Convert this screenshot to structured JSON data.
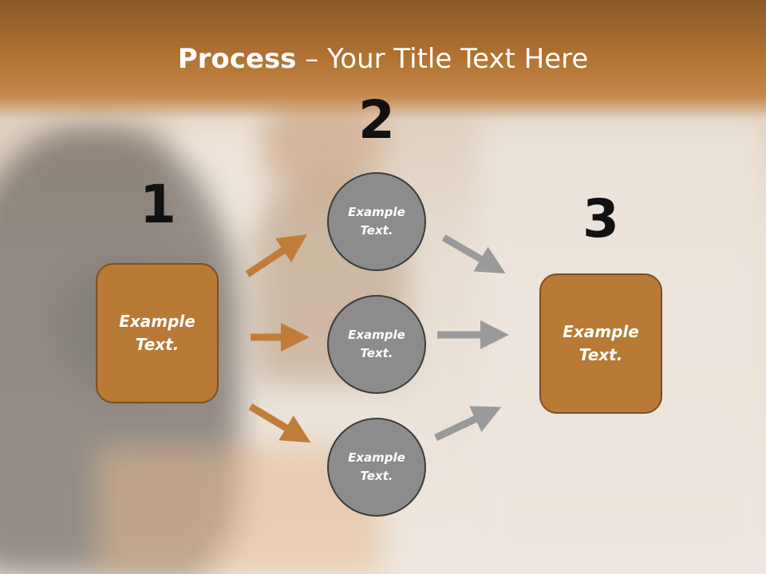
{
  "title": {
    "bold": "Process",
    "rest": " – Your Title Text Here"
  },
  "steps": [
    {
      "number": "1",
      "label": "Example Text."
    },
    {
      "number": "2",
      "items": [
        "Example Text.",
        "Example Text.",
        "Example Text."
      ]
    },
    {
      "number": "3",
      "label": "Example Text."
    }
  ],
  "colors": {
    "accent_orange": "#b87a35",
    "arrow_orange": "#c07d3a",
    "circle_gray": "#8c8c8c",
    "arrow_gray": "#9a9a9a"
  }
}
